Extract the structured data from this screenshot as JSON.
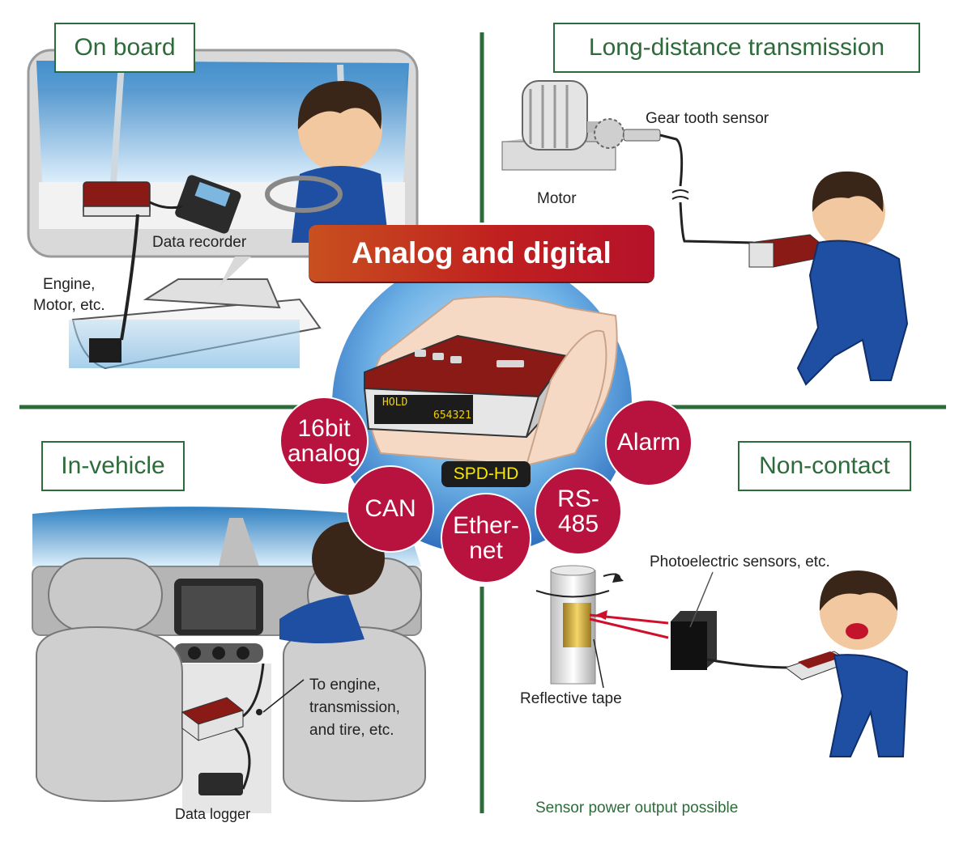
{
  "quadrants": {
    "on_board": "On board",
    "long_distance": "Long-distance transmission",
    "in_vehicle": "In-vehicle",
    "non_contact": "Non-contact"
  },
  "center": {
    "banner": "Analog and digital",
    "product": "SPD-HD",
    "display_mode": "HOLD",
    "display_value": "654321",
    "features": [
      "16bit analog",
      "CAN",
      "Ether- net",
      "RS- 485",
      "Alarm"
    ]
  },
  "on_board": {
    "data_recorder": "Data recorder",
    "engine": "Engine,",
    "engine2": "Motor, etc."
  },
  "long_distance": {
    "gear_sensor": "Gear tooth sensor",
    "motor": "Motor"
  },
  "in_vehicle": {
    "to_engine1": "To engine,",
    "to_engine2": "transmission,",
    "to_engine3": "and tire, etc.",
    "data_logger": "Data logger"
  },
  "non_contact": {
    "photo_sensor": "Photoelectric sensors, etc.",
    "reflective_tape": "Reflective tape",
    "power_note": "Sensor power output possible"
  },
  "colors": {
    "green": "#2e6b3a",
    "crimson": "#b8123e",
    "blue_suit": "#1e4fa3",
    "device_red": "#8a1a16"
  },
  "icons": [
    "motor-icon",
    "gear-tooth-sensor-icon",
    "boat-icon",
    "data-recorder-icon",
    "data-logger-icon",
    "photoelectric-sensor-icon",
    "reflective-tape-shaft-icon",
    "spd-hd-device-icon",
    "person-icon",
    "car-interior-icon"
  ]
}
